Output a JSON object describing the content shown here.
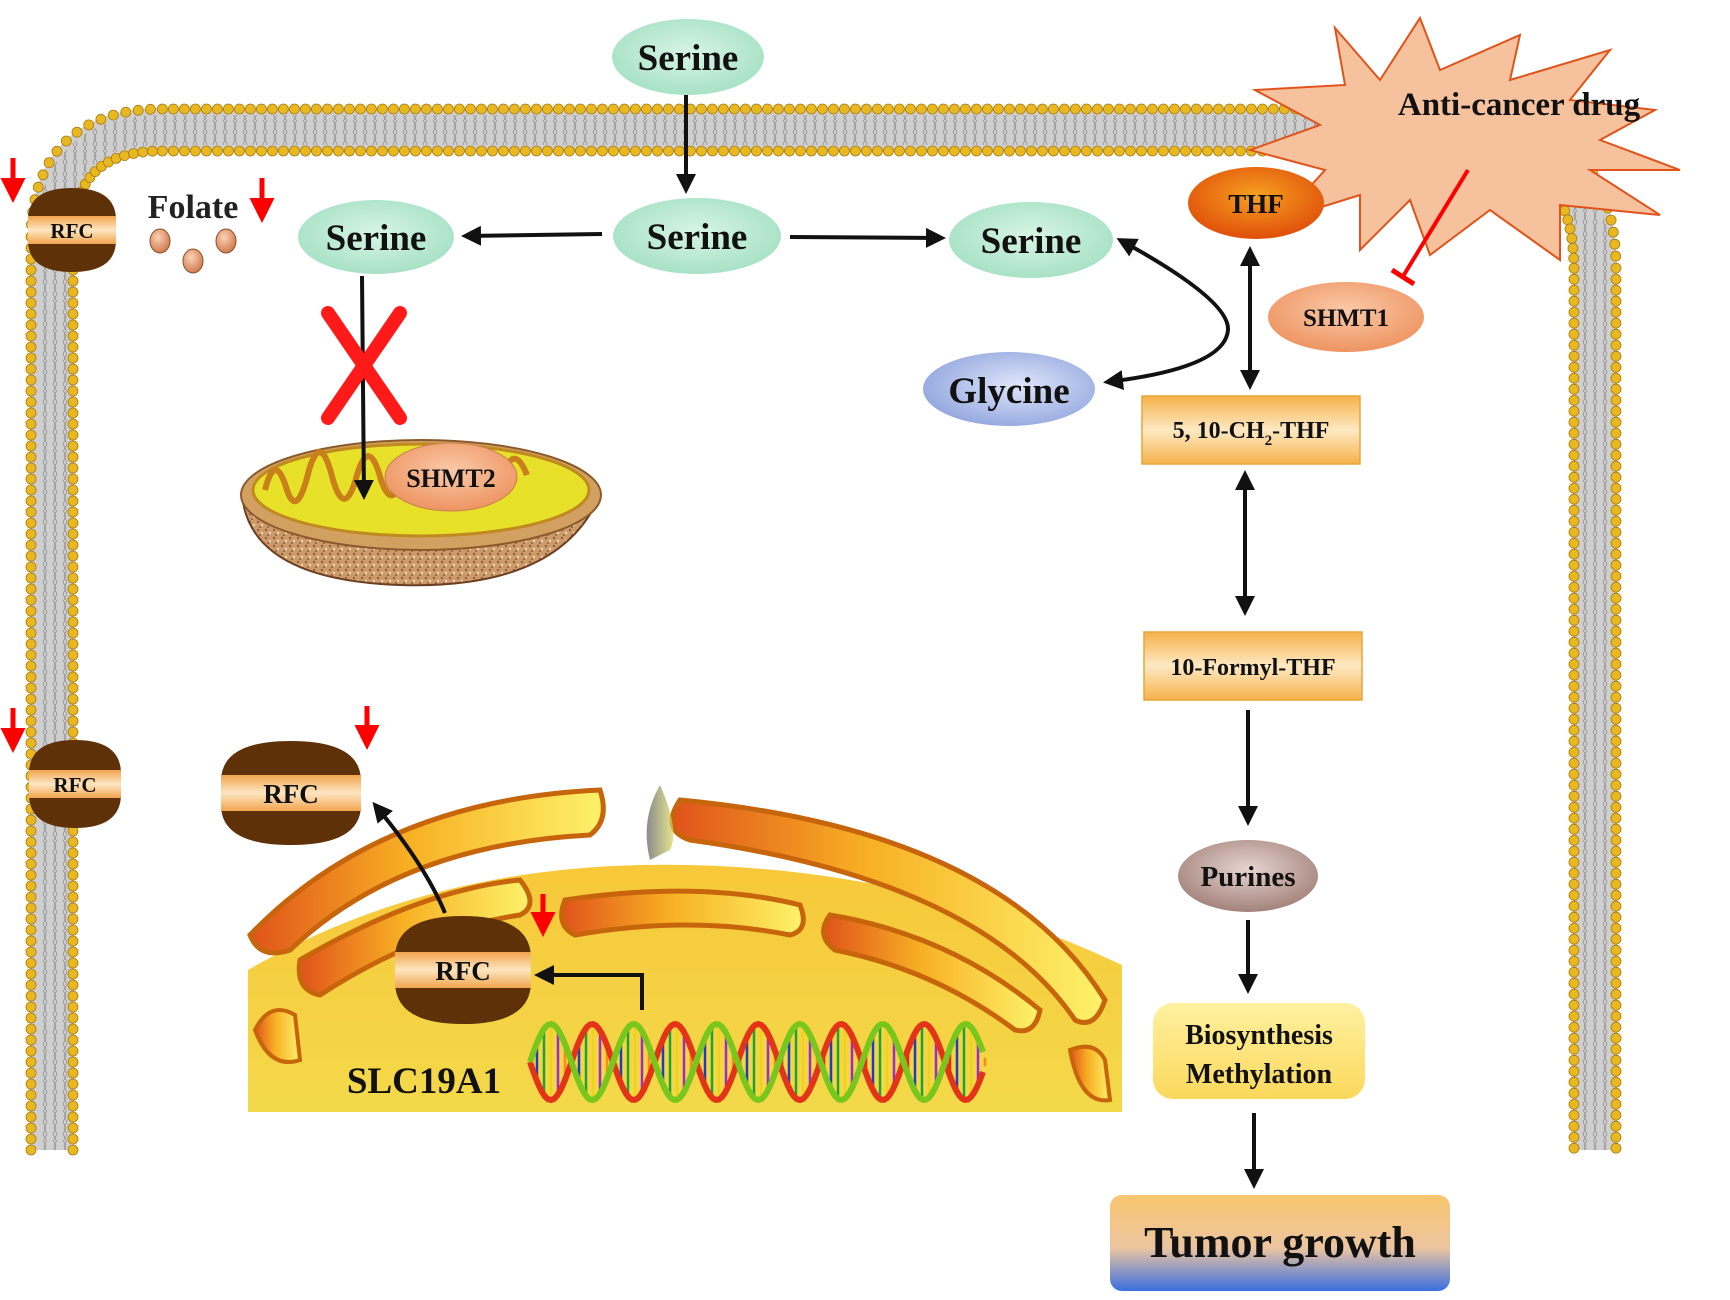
{
  "nodes": {
    "serine_extracellular": "Serine",
    "serine_cytosol": "Serine",
    "serine_left": "Serine",
    "serine_right": "Serine",
    "glycine": "Glycine",
    "thf": "THF",
    "shmt1": "SHMT1",
    "shmt2": "SHMT2",
    "methylene_thf_prefix": "5, 10-CH",
    "methylene_thf_sub": "2",
    "methylene_thf_suffix": "-THF",
    "formyl_thf": "10-Formyl-THF",
    "purines": "Purines",
    "biosynthesis": "Biosynthesis",
    "methylation": "Methylation",
    "tumor_growth": "Tumor growth",
    "anti_cancer_drug": "Anti-cancer drug",
    "folate": "Folate",
    "gene": "SLC19A1"
  },
  "transporters": {
    "rfc_top": "RFC",
    "rfc_middle": "RFC",
    "rfc_er": "RFC",
    "rfc_nucleus": "RFC"
  },
  "colors": {
    "membrane_head": "#e8b820",
    "serine": "#b5e8cf",
    "glycine": "#a9b8e6",
    "thf": "#e8620a",
    "shmt": "#f2a277",
    "box": "#f5b848",
    "rfc": "#5e3108",
    "inhibit": "#ff0000",
    "drug": "#f6c09a"
  }
}
